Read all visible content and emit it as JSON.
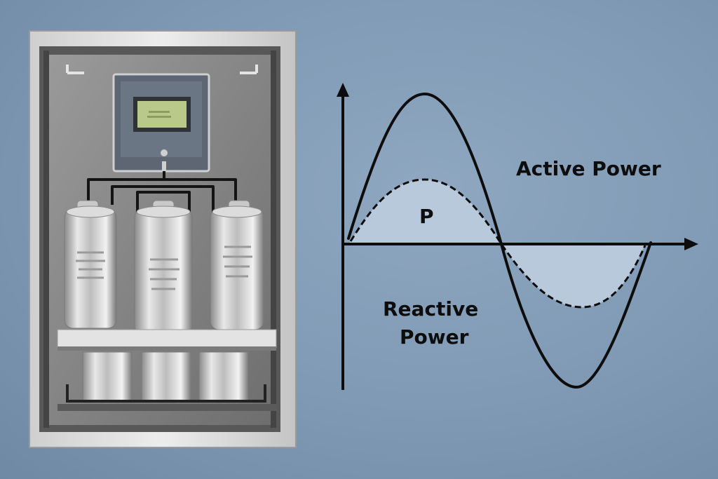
{
  "diagram": {
    "labels": {
      "active_power": "Active Power",
      "reactive_power_line1": "Reactive",
      "reactive_power_line2": "Power",
      "p": "P"
    }
  },
  "colors": {
    "background": "#819ab5",
    "waveform_stroke": "#0d0d0d",
    "power_fill": "#b9c9dc",
    "cabinet_frame": "#d9d9d9",
    "display_screen": "#b8c98a"
  },
  "cabinet": {
    "capacitor_count_top": 3,
    "capacitor_count_bottom": 3
  }
}
